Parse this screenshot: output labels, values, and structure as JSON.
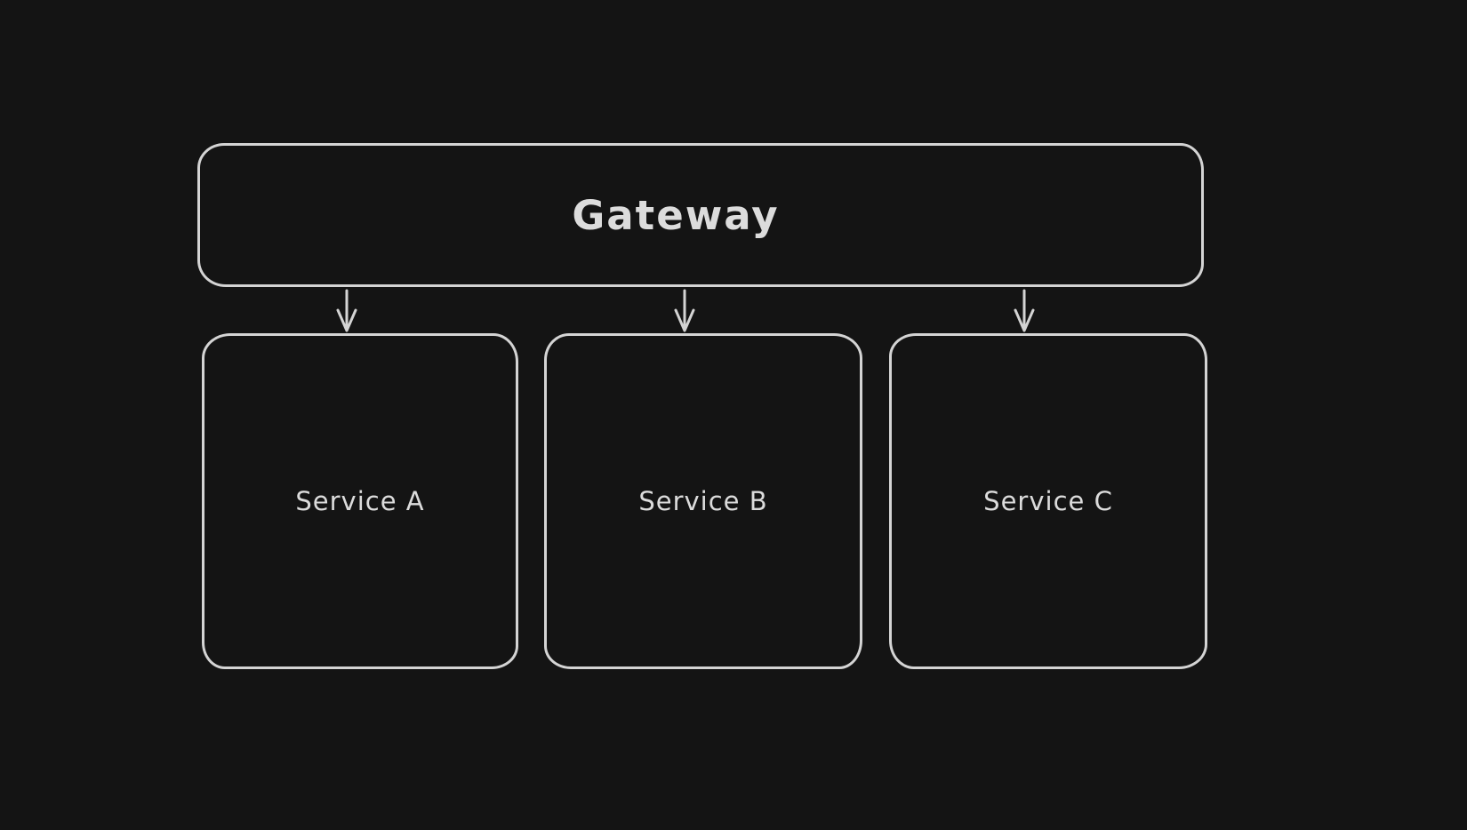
{
  "canvas": {
    "background_color": "#141414",
    "stroke_color": "#d4d4d4",
    "text_color": "#dcdcdc"
  },
  "diagram": {
    "type": "flowchart",
    "direction": "top-down",
    "style": "hand-drawn",
    "nodes": [
      {
        "id": "gateway",
        "label": "Gateway",
        "shape": "rounded-rectangle"
      },
      {
        "id": "service-a",
        "label": "Service A",
        "shape": "rounded-rectangle"
      },
      {
        "id": "service-b",
        "label": "Service B",
        "shape": "rounded-rectangle"
      },
      {
        "id": "service-c",
        "label": "Service C",
        "shape": "rounded-rectangle"
      }
    ],
    "edges": [
      {
        "from": "gateway",
        "to": "service-a",
        "arrow": "down"
      },
      {
        "from": "gateway",
        "to": "service-b",
        "arrow": "down"
      },
      {
        "from": "gateway",
        "to": "service-c",
        "arrow": "down"
      }
    ]
  }
}
